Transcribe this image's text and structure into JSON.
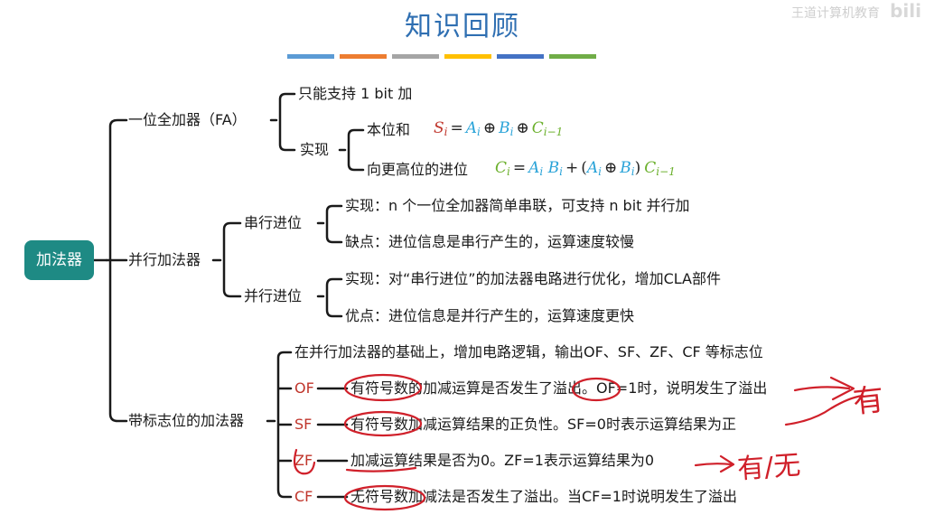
{
  "title": "知识回顾",
  "watermark": "王道计算机教育",
  "watermark_logo": "bili",
  "color_bar": [
    "#5b9bd5",
    "#ed7d31",
    "#a5a5a5",
    "#ffc000",
    "#4472c4",
    "#70ad47"
  ],
  "root": "加法器",
  "branches": {
    "fa": {
      "label": "一位全加器（FA）",
      "support": "只能支持 1 bit 加",
      "impl": "实现",
      "sum_label": "本位和",
      "carry_label": "向更高位的进位"
    },
    "parallel": {
      "label": "并行加法器",
      "serial": {
        "label": "串行进位",
        "impl": "实现：n 个一位全加器简单串联，可支持 n bit 并行加",
        "drawback": "缺点：进位信息是串行产生的，运算速度较慢"
      },
      "parallel_carry": {
        "label": "并行进位",
        "impl": "实现：对“串行进位”的加法器电路进行优化，增加CLA部件",
        "advantage": "优点：进位信息是并行产生的，运算速度更快"
      }
    },
    "flags": {
      "label": "带标志位的加法器",
      "intro": "在并行加法器的基础上，增加电路逻辑，输出OF、SF、ZF、CF 等标志位",
      "items": [
        {
          "flag": "OF",
          "desc": "有符号数的加减运算是否发生了溢出。OF=1时，说明发生了溢出"
        },
        {
          "flag": "SF",
          "desc": "有符号数加减运算结果的正负性。SF=0时表示运算结果为正"
        },
        {
          "flag": "ZF",
          "desc": "加减运算结果是否为0。ZF=1表示运算结果为0"
        },
        {
          "flag": "CF",
          "desc": "无符号数加减法是否发生了溢出。当CF=1时说明发生了溢出"
        }
      ]
    }
  },
  "handwriting": {
    "note1": "有",
    "note2": "有/无"
  }
}
